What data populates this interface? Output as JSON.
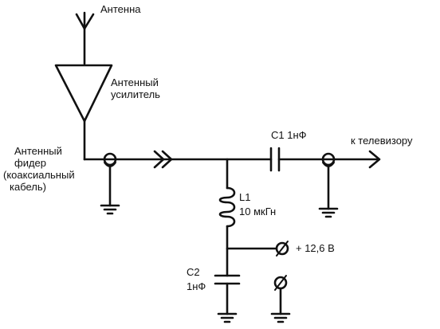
{
  "labels": {
    "antenna": "Антенна",
    "amplifier_line1": "Антенный",
    "amplifier_line2": "усилитель",
    "feeder_line1": "Антенный",
    "feeder_line2": "фидер",
    "feeder_line3": "(коаксиальный",
    "feeder_line4": "кабель)",
    "c1": "C1  1нФ",
    "to_tv": "к телевизору",
    "l1_name": "L1",
    "l1_value": "10 мкГн",
    "power": "+ 12,6 В",
    "c2_name": "C2",
    "c2_value": "1нФ"
  }
}
